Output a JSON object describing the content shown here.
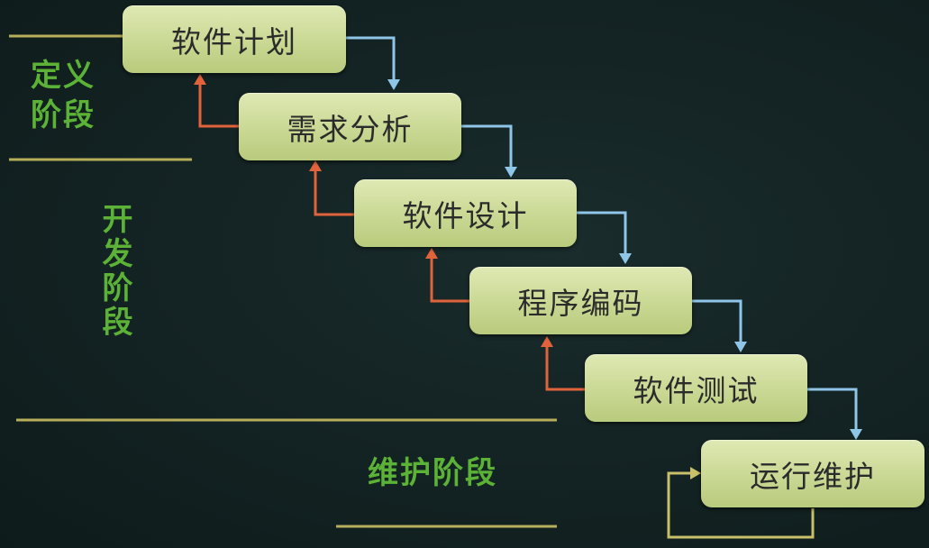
{
  "steps": [
    {
      "label": "软件计划"
    },
    {
      "label": "需求分析"
    },
    {
      "label": "软件设计"
    },
    {
      "label": "程序编码"
    },
    {
      "label": "软件测试"
    },
    {
      "label": "运行维护"
    }
  ],
  "phases": {
    "definition_line1": "定义",
    "definition_line2": "阶段",
    "development": "开发阶段",
    "maintenance": "维护阶段"
  },
  "colors": {
    "forward_arrow": "#8fc6e8",
    "backward_arrow": "#e0633c",
    "loop_arrow": "#c8c06a",
    "divider": "#b7ae5a",
    "phase_text": "#5bb236"
  }
}
